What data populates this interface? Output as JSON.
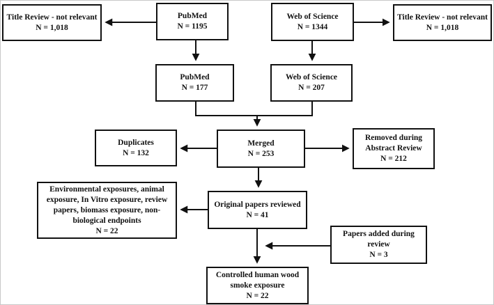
{
  "diagram": {
    "type": "flowchart",
    "colors": {
      "box_border": "#111111",
      "arrow": "#111111",
      "background": "#ffffff",
      "text": "#111111"
    },
    "nodes": [
      {
        "id": "title-review-left",
        "lines": [
          "Title Review - not relevant",
          "N = 1,018"
        ]
      },
      {
        "id": "pubmed-initial",
        "lines": [
          "PubMed",
          "N = 1195"
        ]
      },
      {
        "id": "wos-initial",
        "lines": [
          "Web of Science",
          "N = 1344"
        ]
      },
      {
        "id": "title-review-right",
        "lines": [
          "Title Review - not relevant",
          "N = 1,018"
        ]
      },
      {
        "id": "pubmed-screened",
        "lines": [
          "PubMed",
          "N = 177"
        ]
      },
      {
        "id": "wos-screened",
        "lines": [
          "Web of Science",
          "N = 207"
        ]
      },
      {
        "id": "duplicates",
        "lines": [
          "Duplicates",
          "N = 132"
        ]
      },
      {
        "id": "merged",
        "lines": [
          "Merged",
          "N = 253"
        ]
      },
      {
        "id": "removed-abstract",
        "lines": [
          "Removed during",
          "Abstract Review",
          "N = 212"
        ]
      },
      {
        "id": "excluded-reasons",
        "lines": [
          "Environmental exposures, animal",
          "exposure, In Vitro exposure, review",
          "papers, biomass exposure, non-",
          "biological endpoints",
          "N = 22"
        ]
      },
      {
        "id": "original-reviewed",
        "lines": [
          "Original papers reviewed",
          "N = 41"
        ]
      },
      {
        "id": "papers-added",
        "lines": [
          "Papers added during",
          "review",
          "N = 3"
        ]
      },
      {
        "id": "controlled-exposure",
        "lines": [
          "Controlled human wood",
          "smoke exposure",
          "N = 22"
        ]
      }
    ],
    "edges": [
      {
        "from": "pubmed-initial",
        "to": "title-review-left"
      },
      {
        "from": "wos-initial",
        "to": "title-review-right"
      },
      {
        "from": "pubmed-initial",
        "to": "pubmed-screened"
      },
      {
        "from": "wos-initial",
        "to": "wos-screened"
      },
      {
        "from": "pubmed-screened",
        "to": "merged"
      },
      {
        "from": "wos-screened",
        "to": "merged"
      },
      {
        "from": "merged",
        "to": "duplicates"
      },
      {
        "from": "merged",
        "to": "removed-abstract"
      },
      {
        "from": "merged",
        "to": "original-reviewed"
      },
      {
        "from": "original-reviewed",
        "to": "excluded-reasons"
      },
      {
        "from": "original-reviewed",
        "to": "controlled-exposure"
      },
      {
        "from": "papers-added",
        "to": "controlled-exposure"
      }
    ]
  }
}
